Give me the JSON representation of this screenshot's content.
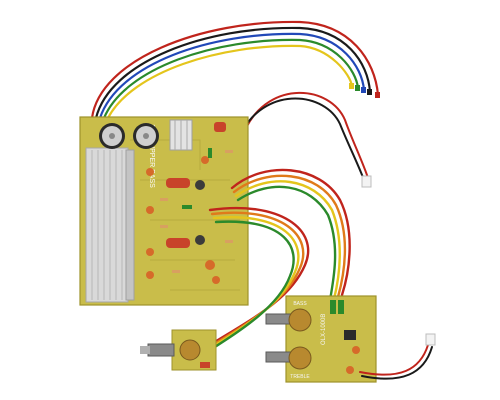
{
  "main_board": {
    "silkscreen_title": "12V SUPPER BASS"
  },
  "sub_board": {
    "label_bass": "BASS",
    "label_treble": "TREBLE",
    "model_text": "OLX-1000B"
  },
  "colors": {
    "background": "#ffffff",
    "pcb": "#c9bd4a",
    "pcb_dark": "#a89b2e",
    "heatsink": "#d6d6d6",
    "wire_red": "#c0241c",
    "wire_black": "#1a1a1a",
    "wire_blue": "#2148b8",
    "wire_green": "#2b8a2b",
    "wire_yellow": "#e4c51c",
    "wire_orange": "#e07a1a",
    "capacitor_red": "#c8432a",
    "capacitor_black": "#2b2b2b"
  }
}
